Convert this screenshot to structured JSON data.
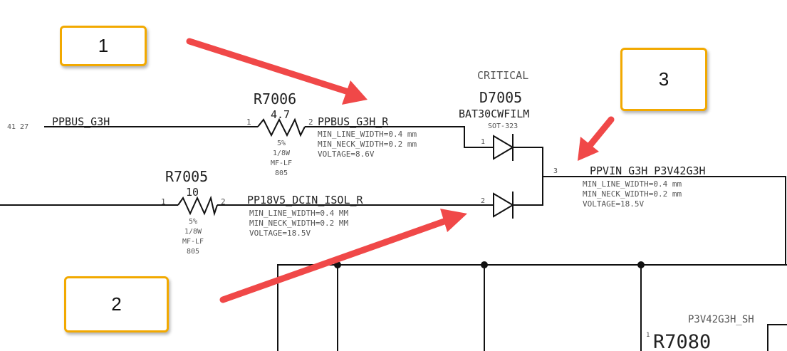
{
  "net_left_refs": "41 27",
  "nets": {
    "ppbus": "PPBUS_G3H",
    "ppbus_r": "PPBUS_G3H_R",
    "pp18v5": "PP18V5_DCIN_ISOL_R",
    "ppvin": "PPVIN_G3H_P3V42G3H",
    "p3v42_sh": "P3V42G3H_SH"
  },
  "r7006": {
    "ref": "R7006",
    "value": "4.7",
    "pin1": "1",
    "pin2": "2",
    "tol": "5%",
    "power": "1/8W",
    "type": "MF-LF",
    "pkg": "805"
  },
  "r7005": {
    "ref": "R7005",
    "value": "10",
    "pin1": "1",
    "pin2": "2",
    "tol": "5%",
    "power": "1/8W",
    "type": "MF-LF",
    "pkg": "805"
  },
  "r7080": {
    "ref": "R7080",
    "pin1": "1"
  },
  "d7005": {
    "critical": "CRITICAL",
    "ref": "D7005",
    "part": "BAT30CWFILM",
    "pkg": "SOT-323",
    "pin1": "1",
    "pin2": "2",
    "pin3": "3"
  },
  "specs": {
    "ppbus_r": [
      "MIN_LINE_WIDTH=0.4 mm",
      "MIN_NECK_WIDTH=0.2 mm",
      "VOLTAGE=8.6V"
    ],
    "pp18v5": [
      "MIN_LINE_WIDTH=0.4 MM",
      "MIN_NECK_WIDTH=0.2 MM",
      "VOLTAGE=18.5V"
    ],
    "ppvin": [
      "MIN_LINE_WIDTH=0.4 mm",
      "MIN_NECK_WIDTH=0.2 mm",
      "VOLTAGE=18.5V"
    ]
  },
  "callouts": [
    "1",
    "2",
    "3"
  ],
  "colors": {
    "callout_border": "#f2a900",
    "arrow": "#f04848"
  }
}
